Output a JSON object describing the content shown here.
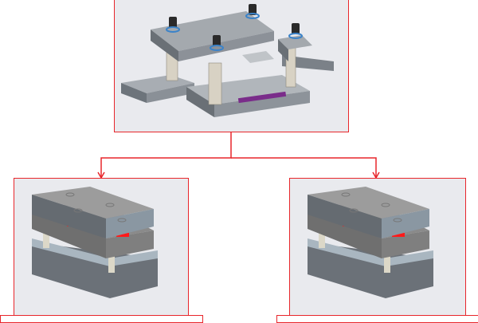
{
  "colors": {
    "frame": "#e8262b",
    "panel_background": "#e9eaee",
    "plate_top": "#9c9c9c",
    "plate_side": "#6a7076",
    "accent_part": "#ff1a1a",
    "bushing": "#2c3d6b"
  },
  "nodes": [
    {
      "icon": "die-assembly-exploded-image"
    },
    {
      "icon": "die-set-image"
    },
    {
      "icon": "die-set-image"
    }
  ]
}
